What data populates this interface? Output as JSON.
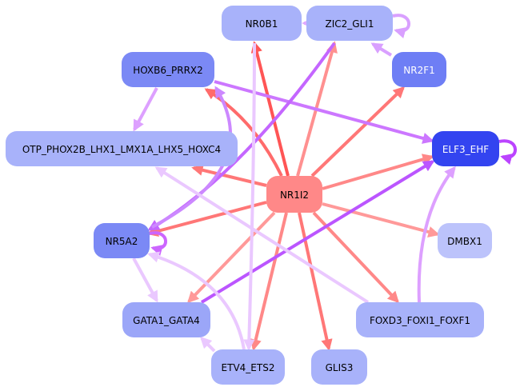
{
  "graph": {
    "type": "directed-regulatory-network",
    "nodes": [
      {
        "id": "NR0B1",
        "label": "NR0B1",
        "fill": "#a8b2fa",
        "text": "#000000"
      },
      {
        "id": "ZIC2_GLI1",
        "label": "ZIC2_GLI1",
        "fill": "#a8b2fa",
        "text": "#000000"
      },
      {
        "id": "HOXB6_PRRX2",
        "label": "HOXB6_PRRX2",
        "fill": "#7b89f5",
        "text": "#000000"
      },
      {
        "id": "NR2F1",
        "label": "NR2F1",
        "fill": "#6e7ef5",
        "text": "#ffffff"
      },
      {
        "id": "OTP_PHOX2B",
        "label": "OTP_PHOX2B_LHX1_LMX1A_LHX5_HOXC4",
        "fill": "#a8b2fa",
        "text": "#000000"
      },
      {
        "id": "ELF3_EHF",
        "label": "ELF3_EHF",
        "fill": "#3344f0",
        "text": "#ffffff"
      },
      {
        "id": "NR1I2",
        "label": "NR1I2",
        "fill": "#ff8888",
        "text": "#000000"
      },
      {
        "id": "NR5A2",
        "label": "NR5A2",
        "fill": "#7b89f5",
        "text": "#000000"
      },
      {
        "id": "DMBX1",
        "label": "DMBX1",
        "fill": "#bcc3fb",
        "text": "#000000"
      },
      {
        "id": "GATA1_GATA4",
        "label": "GATA1_GATA4",
        "fill": "#9ba6f8",
        "text": "#000000"
      },
      {
        "id": "FOXD3_FOXI1_FOXF1",
        "label": "FOXD3_FOXI1_FOXF1",
        "fill": "#a8b2fa",
        "text": "#000000"
      },
      {
        "id": "ETV4_ETS2",
        "label": "ETV4_ETS2",
        "fill": "#a8b2fa",
        "text": "#000000"
      },
      {
        "id": "GLIS3",
        "label": "GLIS3",
        "fill": "#a8b2fa",
        "text": "#000000"
      }
    ],
    "edges": [
      {
        "from": "NR1I2",
        "to": "NR0B1",
        "color": "#ff5555"
      },
      {
        "from": "NR1I2",
        "to": "ZIC2_GLI1",
        "color": "#ff9090"
      },
      {
        "from": "NR1I2",
        "to": "HOXB6_PRRX2",
        "color": "#ff6b6b"
      },
      {
        "from": "NR1I2",
        "to": "NR2F1",
        "color": "#ff7777"
      },
      {
        "from": "NR1I2",
        "to": "OTP_PHOX2B",
        "color": "#ff7777"
      },
      {
        "from": "NR1I2",
        "to": "ELF3_EHF",
        "color": "#ff8888"
      },
      {
        "from": "NR1I2",
        "to": "NR5A2",
        "color": "#ff7777"
      },
      {
        "from": "NR1I2",
        "to": "DMBX1",
        "color": "#ff9999"
      },
      {
        "from": "NR1I2",
        "to": "GATA1_GATA4",
        "color": "#ff9999"
      },
      {
        "from": "NR1I2",
        "to": "FOXD3_FOXI1_FOXF1",
        "color": "#ff8888"
      },
      {
        "from": "NR1I2",
        "to": "ETV4_ETS2",
        "color": "#ff8888"
      },
      {
        "from": "NR1I2",
        "to": "GLIS3",
        "color": "#ff7777"
      },
      {
        "from": "ZIC2_GLI1",
        "to": "NR0B1",
        "color": "#e0aaff"
      },
      {
        "from": "ZIC2_GLI1",
        "to": "ZIC2_GLI1",
        "color": "#d9a0ff"
      },
      {
        "from": "NR2F1",
        "to": "ZIC2_GLI1",
        "color": "#d9a0ff"
      },
      {
        "from": "HOXB6_PRRX2",
        "to": "ELF3_EHF",
        "color": "#cc77ff"
      },
      {
        "from": "HOXB6_PRRX2",
        "to": "OTP_PHOX2B",
        "color": "#dda0ff"
      },
      {
        "from": "ELF3_EHF",
        "to": "ELF3_EHF",
        "color": "#bb44ff"
      },
      {
        "from": "NR5A2",
        "to": "NR5A2",
        "color": "#cc66ff"
      },
      {
        "from": "ZIC2_GLI1",
        "to": "NR5A2",
        "color": "#c466ff"
      },
      {
        "from": "NR5A2",
        "to": "HOXB6_PRRX2",
        "color": "#cc88ff"
      },
      {
        "from": "NR5A2",
        "to": "GATA1_GATA4",
        "color": "#eac8ff"
      },
      {
        "from": "GATA1_GATA4",
        "to": "ELF3_EHF",
        "color": "#bb55ff"
      },
      {
        "from": "FOXD3_FOXI1_FOXF1",
        "to": "ELF3_EHF",
        "color": "#dda0ff"
      },
      {
        "from": "FOXD3_FOXI1_FOXF1",
        "to": "OTP_PHOX2B",
        "color": "#eac8ff"
      },
      {
        "from": "ETV4_ETS2",
        "to": "NR5A2",
        "color": "#eac8ff"
      },
      {
        "from": "ETV4_ETS2",
        "to": "GATA1_GATA4",
        "color": "#eac8ff"
      },
      {
        "from": "NR0B1",
        "to": "ETV4_ETS2",
        "color": "#eac8ff"
      }
    ]
  }
}
